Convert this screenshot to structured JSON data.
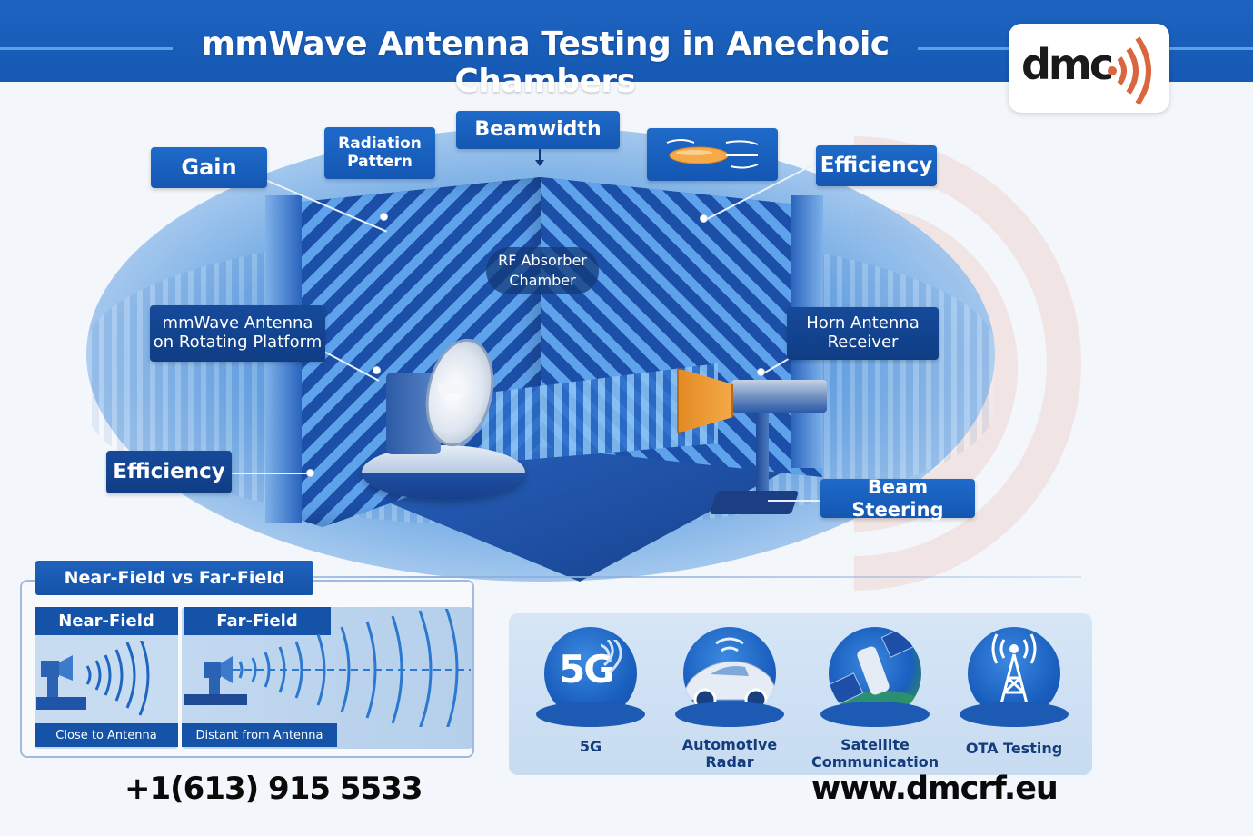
{
  "header": {
    "title": "mmWave Antenna Testing in Anechoic Chambers",
    "background_color": "#1559b3"
  },
  "logo": {
    "text": "dmc",
    "icon": "signal-waves-icon",
    "accent_color": "#d9663f",
    "text_color": "#1a1a1a"
  },
  "diagram": {
    "callouts": {
      "gain": "Gain",
      "radiation_pattern": "Radiation Pattern",
      "beamwidth": "Beamwidth",
      "pattern_icon": "radiation-lobe-icon",
      "efficiency_top": "Efficiency",
      "rf_absorber": "RF Absorber Chamber",
      "mmwave_antenna": "mmWave Antenna on Rotating Platform",
      "horn_receiver": "Horn Antenna Receiver",
      "efficiency_bottom": "Efficiency",
      "beam_steering": "Beam Steering"
    },
    "radiation_pattern_lines": [
      "Radiation",
      "Pattern"
    ],
    "rf_absorber_lines": [
      "RF Absorber",
      "Chamber"
    ],
    "mmwave_antenna_lines": [
      "mmWave Antenna",
      "on Rotating Platform"
    ],
    "horn_receiver_lines": [
      "Horn Antenna",
      "Receiver"
    ],
    "colors": {
      "callout_blue": "#1a60bd",
      "callout_dark": "#0f3d85",
      "horn_orange": "#f0a040",
      "absorber_blue": "#1d55b0"
    }
  },
  "near_far": {
    "title": "Near-Field vs Far-Field",
    "near": {
      "header": "Near-Field",
      "caption": "Close to Antenna"
    },
    "far": {
      "header": "Far-Field",
      "caption": "Distant from Antenna"
    }
  },
  "applications": {
    "items": [
      {
        "label": "5G",
        "icon": "5g-icon",
        "icon_text": "5G"
      },
      {
        "label": "Automotive Radar",
        "lines": [
          "Automotive",
          "Radar"
        ],
        "icon": "car-radar-icon"
      },
      {
        "label": "Satellite Communication",
        "lines": [
          "Satellite",
          "Communication"
        ],
        "icon": "satellite-icon"
      },
      {
        "label": "OTA Testing",
        "icon": "cell-tower-icon"
      }
    ]
  },
  "contact": {
    "phone": "+1(613) 915 5533",
    "website": "www.dmcrf.eu"
  }
}
